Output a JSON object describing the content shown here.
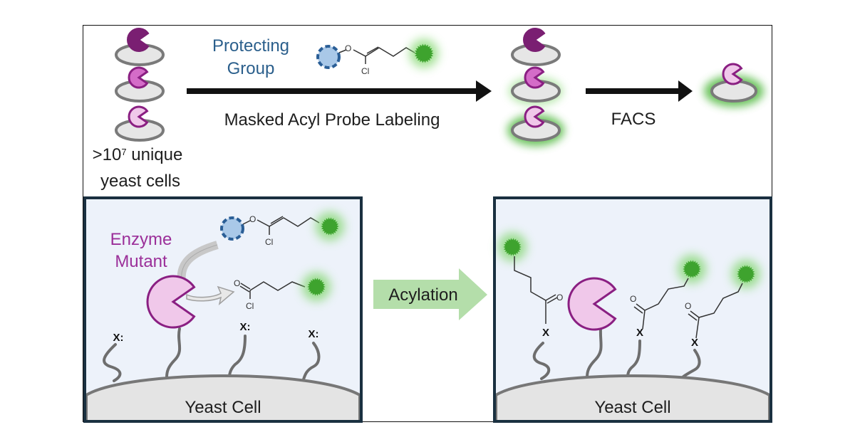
{
  "top_panel": {
    "library_label_line1_prefix": ">10",
    "library_label_line1_sup": "7",
    "library_label_line1_suffix": " unique",
    "library_label_line2": "yeast cells",
    "protecting_group_line1": "Protecting",
    "protecting_group_line2": "Group",
    "step1_label": "Masked Acyl Probe Labeling",
    "step2_label": "FACS"
  },
  "bottom_left_panel": {
    "enzyme_line1": "Enzyme",
    "enzyme_line2": "Mutant",
    "x_labels": [
      "X:",
      "X:",
      "X:"
    ],
    "cell_label": "Yeast Cell"
  },
  "middle_arrow": {
    "label": "Acylation"
  },
  "bottom_right_panel": {
    "x_labels": [
      "X",
      "X",
      "X"
    ],
    "cell_label": "Yeast Cell"
  },
  "chem_atoms": {
    "oxygen": "O",
    "chlorine": "Cl"
  },
  "colors": {
    "enzyme_dark": "#7a1f72",
    "enzyme_mid": "#d46cc8",
    "enzyme_light": "#f0c8ea",
    "enzyme_outline": "#8a1f82",
    "fluorophore": "#3ea32e",
    "glow": "#7fd66b",
    "protecting_group_fill": "#a9c8e8",
    "protecting_group_stroke": "#2a5e96",
    "panel_bg": "#edf2fa",
    "panel_border": "#1a3040",
    "cell_fill": "#e4e4e4",
    "cell_stroke": "#777777",
    "acylation_arrow": "#b4deaa"
  }
}
